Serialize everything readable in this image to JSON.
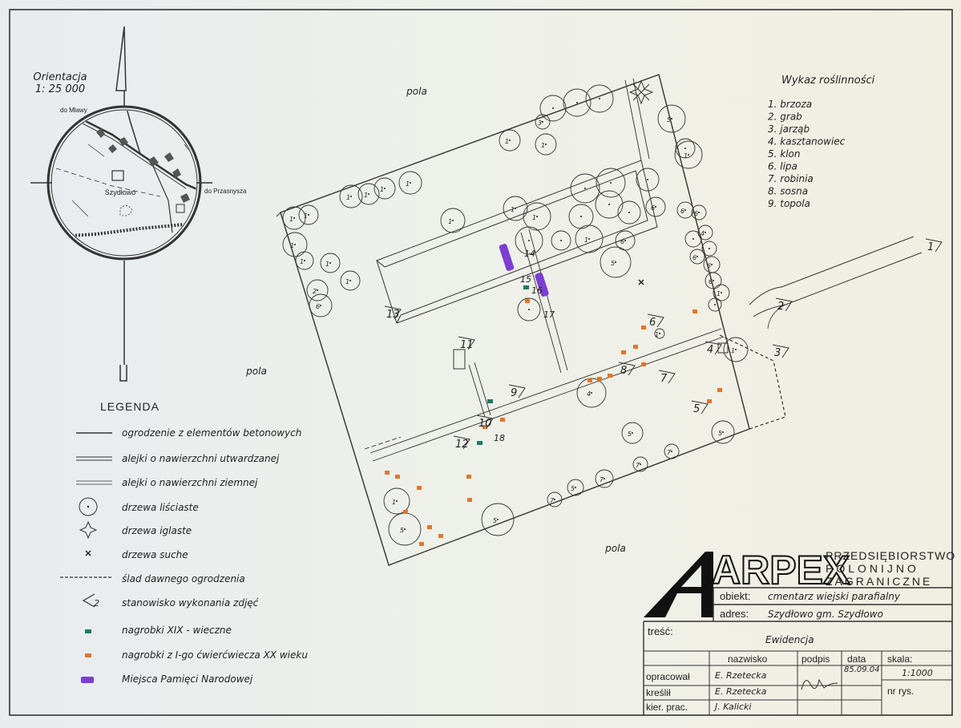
{
  "inset": {
    "title": "Orientacja",
    "scale": "1: 25 000",
    "road_north": "do Mławy",
    "road_east": "do Przasnysza",
    "village": "Szydłowo"
  },
  "map": {
    "pola_top": "pola",
    "pola_left": "pola",
    "pola_bottom": "pola",
    "stations": [
      "1",
      "2",
      "3",
      "4",
      "5",
      "6",
      "7",
      "8",
      "9",
      "10",
      "11",
      "12",
      "13"
    ],
    "memorial_nums": [
      "14",
      "15",
      "16",
      "17",
      "18"
    ]
  },
  "plants": {
    "title": "Wykaz roślinności",
    "items": [
      "1. brzoza",
      "2. grab",
      "3. jarząb",
      "4. kasztanowiec",
      "5. klon",
      "6. lipa",
      "7. robinia",
      "8. sosna",
      "9. topola"
    ]
  },
  "legend": {
    "title": "LEGENDA",
    "items": [
      "ogrodzenie z elementów betonowych",
      "alejki o nawierzchni utwardzanej",
      "alejki o nawierzchni ziemnej",
      "drzewa liściaste",
      "drzewa iglaste",
      "drzewa suche",
      "ślad dawnego ogrodzenia",
      "stanowisko wykonania zdjęć",
      "nagrobki XIX - wieczne",
      "nagrobki z I-go ćwierćwiecza XX wieku",
      "Miejsca Pamięci Narodowej"
    ],
    "station_sample": "2"
  },
  "titleblock": {
    "logo": "ARPEX",
    "company_lines": [
      "PRZEDSIĘBIORSTWO",
      "POLONIJNO",
      "ZAGRANICZNE"
    ],
    "obiekt_label": "obiekt:",
    "obiekt_value": "cmentarz wiejski parafialny",
    "adres_label": "adres:",
    "adres_value": "Szydłowo gm. Szydłowo",
    "tresc_label": "treść:",
    "tresc_value": "Ewidencja",
    "col_nazwisko": "nazwisko",
    "col_podpis": "podpis",
    "col_data": "data",
    "skala_label": "skala:",
    "skala_value": "1:1000",
    "opracowal": "opracował",
    "opracowal_name": "E. Rzetecka",
    "kreslil": "kreślił",
    "kreslil_name": "E. Rzetecka",
    "kier": "kier. prac.",
    "kier_name": "J. Kalicki",
    "date": "85.09.04",
    "nr_rys": "nr rys."
  },
  "colors": {
    "xix": "#1f7a64",
    "xx": "#e0772a",
    "memorial": "#7b3fd1"
  }
}
